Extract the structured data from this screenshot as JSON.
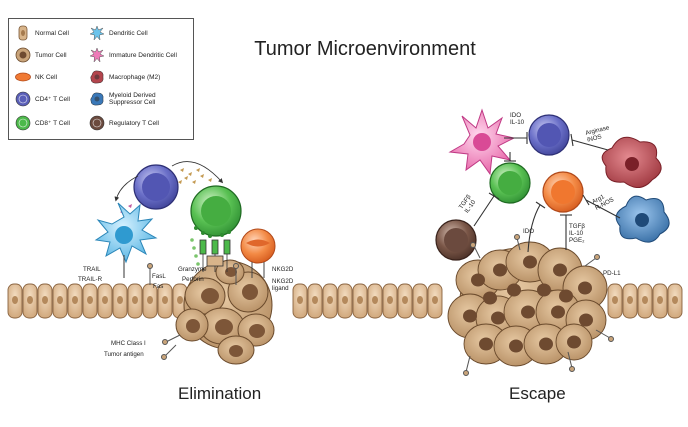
{
  "title": "Tumor Microenvironment",
  "legend": [
    {
      "label": "Normal Cell",
      "icon": "normal-cell-icon",
      "color": "#d8b48a"
    },
    {
      "label": "Dendritic Cell",
      "icon": "dendritic-cell-icon",
      "color": "#6cc4ec"
    },
    {
      "label": "Tumor Cell",
      "icon": "tumor-cell-icon",
      "color": "#c9a47a"
    },
    {
      "label": "Immature Dendritic Cell",
      "icon": "immature-dendritic-cell-icon",
      "color": "#ee7ab8"
    },
    {
      "label": "NK Cell",
      "icon": "nk-cell-icon",
      "color": "#f07a34"
    },
    {
      "label": "Macrophage (M2)",
      "icon": "macrophage-icon",
      "color": "#b3454d"
    },
    {
      "label": "CD4⁺ T Cell",
      "icon": "cd4-t-cell-icon",
      "color": "#5a5fb8"
    },
    {
      "label": "Myeloid Derived Suppressor Cell",
      "icon": "mdsc-icon",
      "color": "#3a78b8"
    },
    {
      "label": "CD8⁺ T Cell",
      "icon": "cd8-t-cell-icon",
      "color": "#4cb94a"
    },
    {
      "label": "Regulatory T Cell",
      "icon": "regulatory-t-cell-icon",
      "color": "#6b4a3e"
    }
  ],
  "elimination": {
    "caption": "Elimination",
    "labels": {
      "trail": "TRAIL",
      "trail_r": "TRAIL-R",
      "fasl": "FasL",
      "fas": "Fas",
      "granzyme": "Granzyme",
      "perforin": "Perforin",
      "nkg2d": "NKG2D",
      "nkg2d_ligand": "NKG2D ligand",
      "mhc": "MHC Class I",
      "tumor_antigen": "Tumor antigen"
    }
  },
  "escape": {
    "caption": "Escape",
    "labels": {
      "ido_il10": "IDO\nIL-10",
      "arginase": "Arginase\niNOS",
      "tgfb_il10": "TGFβ\nIL-10",
      "ido": "IDO",
      "arg1": "Arg1\nR-NOS",
      "tgfb_il10_pge": "TGFβ\nIL-10\nPGE₂",
      "pdl1": "PD-L1"
    }
  }
}
